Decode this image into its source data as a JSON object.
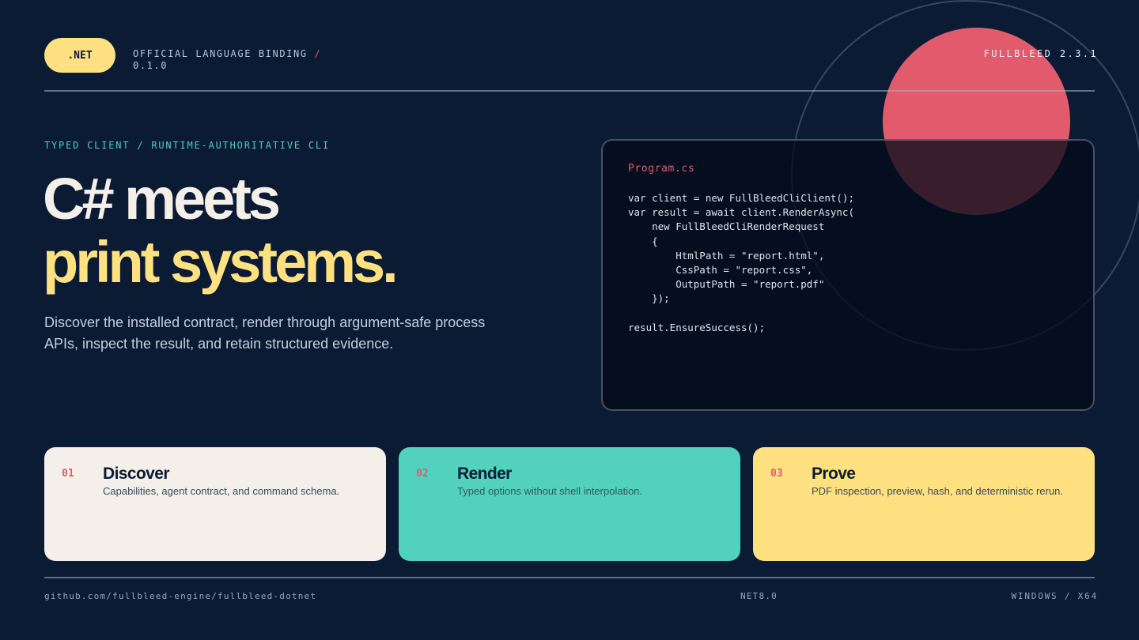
{
  "header": {
    "badge": ".NET",
    "binding_label": "OFFICIAL LANGUAGE BINDING",
    "binding_separator": "/",
    "binding_version": "0.1.0",
    "product_version": "FULLBLEED 2.3.1"
  },
  "hero": {
    "eyebrow": "TYPED CLIENT / RUNTIME-AUTHORITATIVE CLI",
    "headline_line1": "C# meets",
    "headline_line2": "print systems.",
    "lede": "Discover the installed contract, render through argument-safe process APIs, inspect the result, and retain structured evidence."
  },
  "code": {
    "filename": "Program.cs",
    "lines": [
      "var client = new FullBleedCliClient();",
      "var result = await client.RenderAsync(",
      "    new FullBleedCliRenderRequest",
      "    {",
      "        HtmlPath = \"report.html\",",
      "        CssPath = \"report.css\",",
      "        OutputPath = \"report.pdf\"",
      "    });",
      "",
      "result.EnsureSuccess();"
    ]
  },
  "cards": [
    {
      "number": "01",
      "title": "Discover",
      "description": "Capabilities, agent contract, and command schema."
    },
    {
      "number": "02",
      "title": "Render",
      "description": "Typed options without shell interpolation."
    },
    {
      "number": "03",
      "title": "Prove",
      "description": "PDF inspection, preview, hash, and deterministic rerun."
    }
  ],
  "footer": {
    "repo": "github.com/fullbleed-engine/fullbleed-dotnet",
    "framework": "NET8.0",
    "platform": "WINDOWS / X64"
  },
  "colors": {
    "background": "#0b1b33",
    "accent_yellow": "#ffe182",
    "accent_teal": "#52d1bf",
    "accent_red": "#e15b6d",
    "cream": "#f4efe8"
  }
}
